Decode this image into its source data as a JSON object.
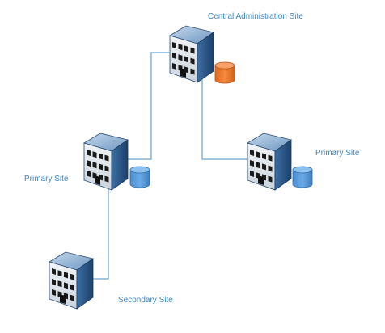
{
  "colors": {
    "connector": "#4a90c8",
    "label": "#3b86c6",
    "db_central": "#e8742a",
    "db_primary": "#5b9bd5",
    "building_roof": "#9db8d8",
    "building_face": "#dde6ef",
    "building_side": "#2f5f93"
  },
  "sites": {
    "central": {
      "label": "Central Administration Site",
      "icon": "building-icon",
      "db_icon": "database-icon"
    },
    "primary_left": {
      "label": "Primary Site",
      "icon": "building-icon",
      "db_icon": "database-icon"
    },
    "primary_right": {
      "label": "Primary Site",
      "icon": "building-icon",
      "db_icon": "database-icon"
    },
    "secondary": {
      "label": "Secondary Site",
      "icon": "building-icon"
    }
  }
}
